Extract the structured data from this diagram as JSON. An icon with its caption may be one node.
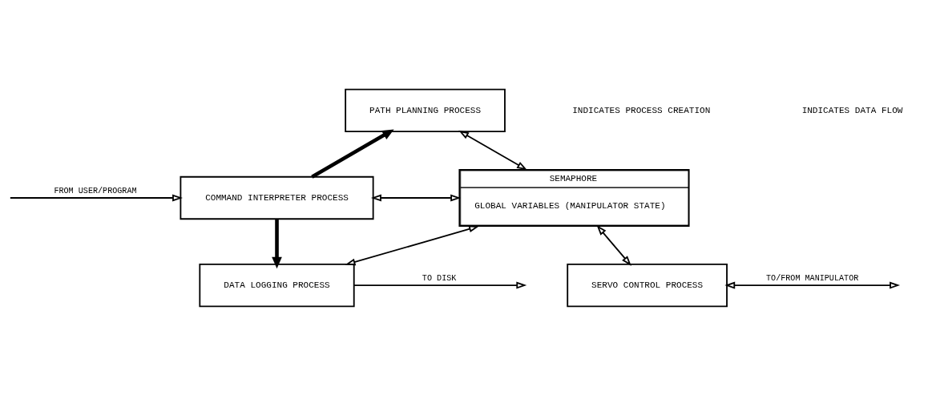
{
  "diagram": {
    "nodes": [
      {
        "text": [
          "PATH PLANNING PROCESS"
        ]
      },
      {
        "text": [
          "COMMAND INTERPRETER PROCESS"
        ]
      },
      {
        "text": [
          "SEMAPHORE",
          "GLOBAL VARIABLES (MANIPULATOR STATE)"
        ]
      },
      {
        "text": [
          "DATA LOGGING PROCESS"
        ]
      },
      {
        "text": [
          "SERVO CONTROL PROCESS"
        ]
      }
    ],
    "edges": [
      {
        "from": null,
        "to": 1,
        "arrow": "to",
        "label": "FROM USER/PROGRAM"
      },
      {
        "from": 1,
        "to": 0,
        "arrow": "to",
        "style": "thick"
      },
      {
        "from": 0,
        "to": 2,
        "arrow": "both"
      },
      {
        "from": 1,
        "to": 2,
        "arrow": "both"
      },
      {
        "from": 1,
        "to": 3,
        "arrow": "to",
        "style": "thick"
      },
      {
        "from": 2,
        "to": 3,
        "arrow": "both"
      },
      {
        "from": 2,
        "to": 4,
        "arrow": "both"
      },
      {
        "from": 3,
        "to": null,
        "arrow": "to",
        "label": "TO DISK"
      },
      {
        "from": 4,
        "to": null,
        "arrow": "both",
        "label": "TO/FROM MANIPULATOR"
      }
    ],
    "legend": [
      {
        "text": "INDICATES PROCESS CREATION"
      },
      {
        "text": "INDICATES DATA FLOW"
      }
    ]
  }
}
